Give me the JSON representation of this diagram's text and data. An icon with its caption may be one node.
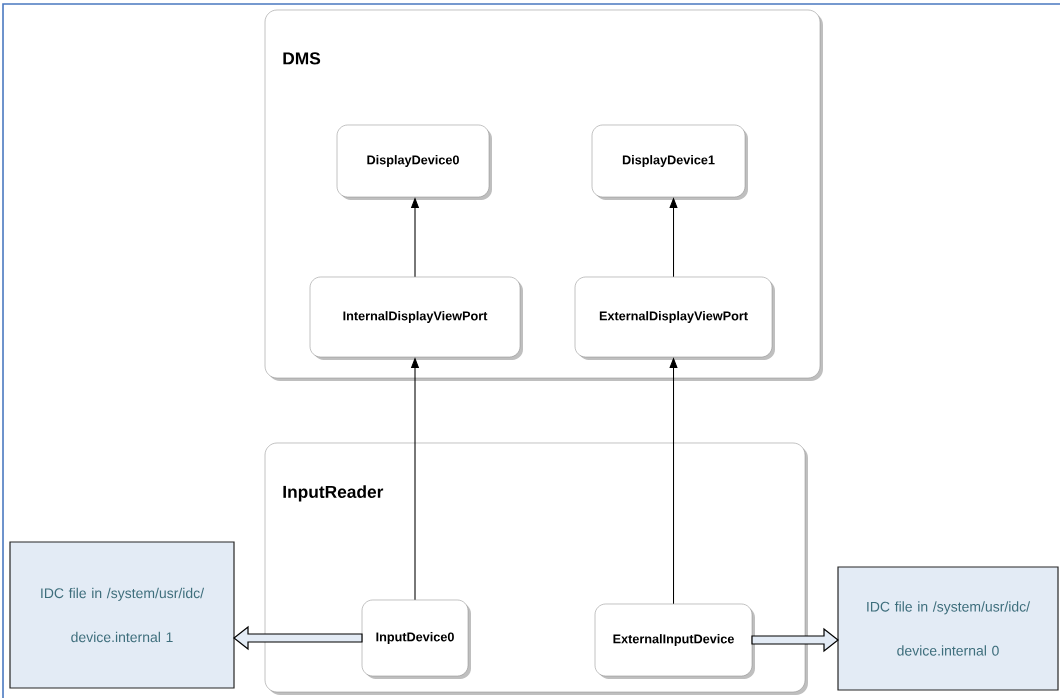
{
  "diagram": {
    "nodes": [
      {
        "text": [
          "DMS"
        ]
      },
      {
        "text": [
          "DisplayDevice0"
        ],
        "in": 0
      },
      {
        "text": [
          "DisplayDevice1"
        ],
        "in": 0
      },
      {
        "text": [
          "InternalDisplayViewPort"
        ],
        "in": 0
      },
      {
        "text": [
          "ExternalDisplayViewPort"
        ],
        "in": 0
      },
      {
        "text": [
          "InputReader"
        ]
      },
      {
        "text": [
          "InputDevice0"
        ],
        "in": 5
      },
      {
        "text": [
          "ExternalInputDevice"
        ],
        "in": 5
      },
      {
        "text": [
          "IDC file in /system/usr/idc/ device.internal 1"
        ]
      },
      {
        "text": [
          "IDC file in /system/usr/idc/ device.internal 0"
        ]
      }
    ],
    "edges": [
      {
        "from": 3,
        "to": 1,
        "arrow": "to"
      },
      {
        "from": 4,
        "to": 2,
        "arrow": "to"
      },
      {
        "from": 6,
        "to": 3,
        "arrow": "to"
      },
      {
        "from": 7,
        "to": 4,
        "arrow": "to"
      },
      {
        "from": 6,
        "to": 8,
        "arrow": "to",
        "style": "thick"
      },
      {
        "from": 7,
        "to": 9,
        "arrow": "to",
        "style": "thick"
      }
    ]
  }
}
